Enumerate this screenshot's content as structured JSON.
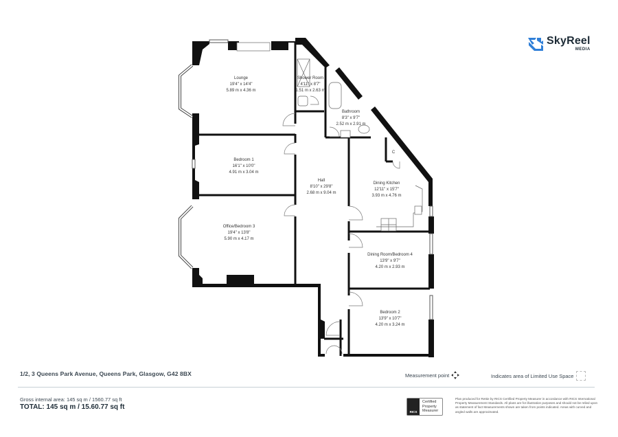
{
  "brand": {
    "name": "SkyReel",
    "sub": "MEDIA",
    "color": "#2f7fd8"
  },
  "rooms": [
    {
      "id": "lounge",
      "name": "Lounge",
      "imperial": "19'4\" x 14'4\"",
      "metric": "5.89 m x 4.36 m"
    },
    {
      "id": "shower-room",
      "name": "Shower Room",
      "imperial": "4'11\" x 8'7\"",
      "metric": "1.51 m x 2.63 m"
    },
    {
      "id": "bathroom",
      "name": "Bathroom",
      "imperial": "8'3\" x 9'7\"",
      "metric": "2.52 m x 2.91 m"
    },
    {
      "id": "bedroom-1",
      "name": "Bedroom 1",
      "imperial": "16'1\" x 10'0\"",
      "metric": "4.91 m x 3.04 m"
    },
    {
      "id": "hall",
      "name": "Hall",
      "imperial": "8'10\" x 29'8\"",
      "metric": "2.68 m x 9.04 m"
    },
    {
      "id": "dining-kitchen",
      "name": "Dining Kitchen",
      "imperial": "12'11\" x 15'7\"",
      "metric": "3.93 m x 4.76 m"
    },
    {
      "id": "office-bedroom-3",
      "name": "Office/Bedroom 3",
      "imperial": "19'4\" x 13'8\"",
      "metric": "5.90 m x 4.17 m"
    },
    {
      "id": "dining-room-bedroom-4",
      "name": "Dining Room/Bedroom 4",
      "imperial": "13'9\" x 9'7\"",
      "metric": "4.20 m x 2.93 m"
    },
    {
      "id": "bedroom-2",
      "name": "Bedroom 2",
      "imperial": "13'9\" x 10'7\"",
      "metric": "4.20 m x 3.24 m"
    }
  ],
  "cupboard_label": "C",
  "footer": {
    "address": "1/2, 3 Queens Park Avenue, Queens Park, Glasgow, G42 8BX",
    "measurement_point_label": "Measurement point",
    "limited_use_label": "Indicates area of  Limited Use Space",
    "gross_internal_area": "Gross internal area: 145 sq m / 1560.77 sq ft",
    "total": "TOTAL: 145 sq m / 15.60.77 sq ft",
    "rics_badge": "RICS",
    "rics_line1": "Certified",
    "rics_line2": "Property",
    "rics_line3": "Measurer",
    "disclaimer": "Plan produced for Rettie by RICS Certified Property Measurer in accordance with RICS International Property Measurement Standards. All plans are for illustration purposes and should not be relied upon as statement of fact Measurements shown are taken from points indicated. Areas with curved and angled walls are approximated."
  }
}
